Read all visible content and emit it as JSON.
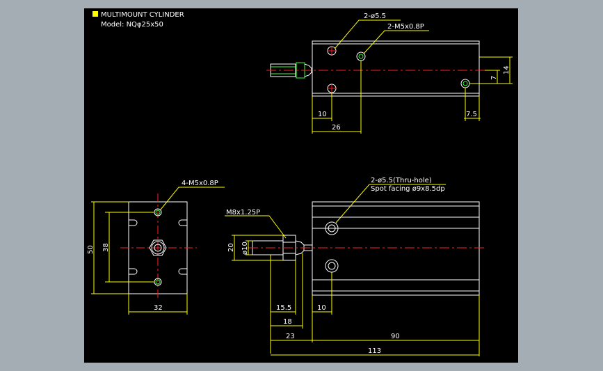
{
  "title": {
    "heading": "MULTIMOUNT CYLINDER",
    "model": "Model: NQφ25x50"
  },
  "top_view": {
    "hole_label": "2-ø5.5",
    "thread_label": "2-M5x0.8P",
    "dim_10": "10",
    "dim_26": "26",
    "dim_7_5": "7.5",
    "dim_7": "7",
    "dim_14": "14"
  },
  "end_view": {
    "thread_label": "4-M5x0.8P",
    "dim_50": "50",
    "dim_38": "38",
    "dim_32": "32"
  },
  "side_view": {
    "hole_label_1": "2-ø5.5(Thru-hole)",
    "hole_label_2": "Spot facing ø9x8.5dp",
    "rod_thread": "M8x1.25P",
    "dim_20": "20",
    "dim_d10": "ø10",
    "dim_15_5": "15.5",
    "dim_10": "10",
    "dim_18": "18",
    "dim_23": "23",
    "dim_90": "90",
    "dim_113": "113"
  },
  "colors": {
    "background": "#000000",
    "outline": "#ffffff",
    "centerline": "#ff2020",
    "dimension": "#ffff00",
    "hole_green": "#30ff30",
    "viewport_bg": "#a4acb4"
  }
}
